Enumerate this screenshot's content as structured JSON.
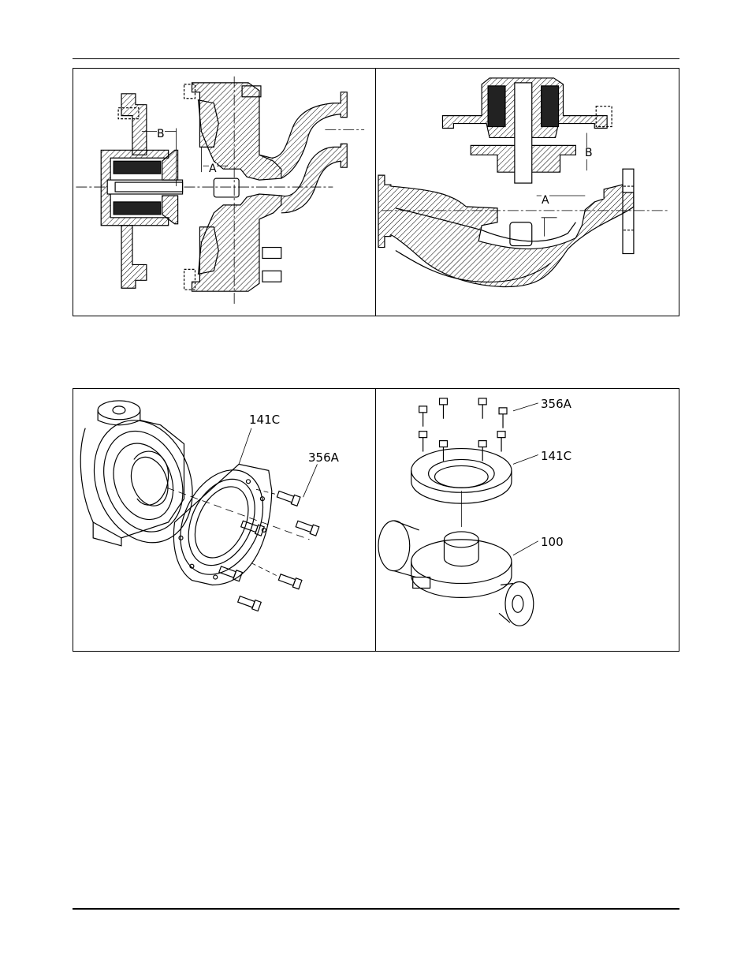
{
  "figure1": {
    "left": {
      "dim_a": "A",
      "dim_b": "B"
    },
    "right": {
      "dim_a": "A",
      "dim_b": "B"
    }
  },
  "figure2": {
    "left": {
      "part_cover": "141C",
      "part_bolt": "356A"
    },
    "right": {
      "part_bolt": "356A",
      "part_cover": "141C",
      "part_casing": "100"
    }
  }
}
